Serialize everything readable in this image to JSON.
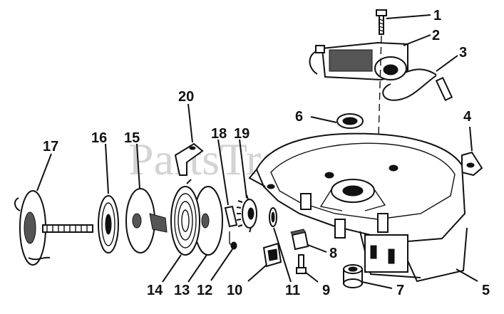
{
  "watermark": "PartsTree",
  "callouts": {
    "p1": "1",
    "p2": "2",
    "p3": "3",
    "p4": "4",
    "p5": "5",
    "p6": "6",
    "p7": "7",
    "p8": "8",
    "p9": "9",
    "p10": "10",
    "p11": "11",
    "p12": "12",
    "p13": "13",
    "p14": "14",
    "p15": "15",
    "p16": "16",
    "p17": "17",
    "p18": "18",
    "p19": "19",
    "p20": "20"
  }
}
